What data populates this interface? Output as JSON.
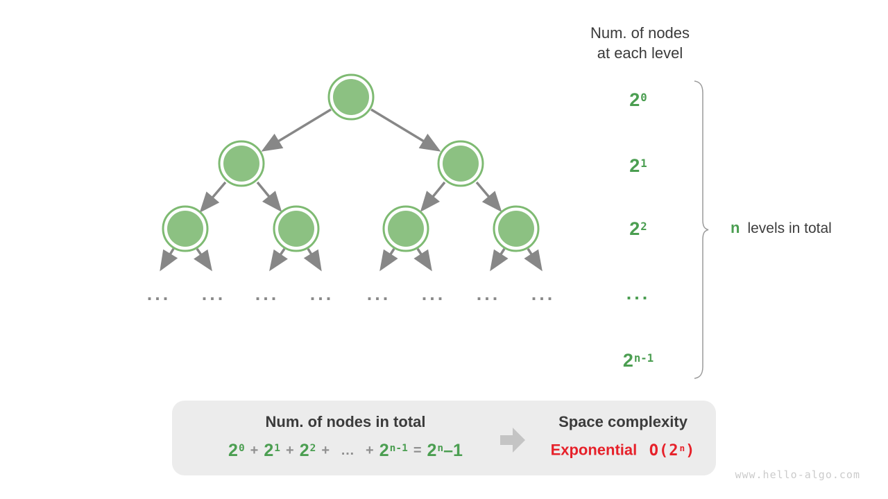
{
  "header": {
    "line1": "Num. of nodes",
    "line2": "at each level"
  },
  "levels": [
    {
      "base": "2",
      "sup": "0"
    },
    {
      "base": "2",
      "sup": "1"
    },
    {
      "base": "2",
      "sup": "2"
    },
    {
      "text": "..."
    },
    {
      "base": "2",
      "sup": "n-1"
    }
  ],
  "brace_label": {
    "n": "n",
    "rest": "levels in total"
  },
  "tree_ellipses": [
    "...",
    "...",
    "...",
    "...",
    "...",
    "...",
    "...",
    "..."
  ],
  "summary_box": {
    "left_title": "Num. of nodes in total",
    "formula": [
      {
        "base": "2",
        "sup": "0"
      },
      {
        "op": "+"
      },
      {
        "base": "2",
        "sup": "1"
      },
      {
        "op": "+"
      },
      {
        "base": "2",
        "sup": "2"
      },
      {
        "op": "+"
      },
      {
        "op": "…"
      },
      {
        "op": "+"
      },
      {
        "base": "2",
        "sup": "n-1"
      },
      {
        "op": "="
      },
      {
        "base": "2",
        "sup": "n",
        "tail": "–1"
      }
    ],
    "right_title": "Space complexity",
    "complexity_word": "Exponential",
    "complexity_big_o": {
      "base": "O(2",
      "sup": "n",
      "tail": ")"
    }
  },
  "watermark": "www.hello-algo.com",
  "colors": {
    "node_fill_green": "#8cc182",
    "node_border_green": "#7eba72",
    "text_green": "#4b9e51",
    "arrow_gray": "#878787",
    "operator_gray": "#909090",
    "dark_text": "#3b3b3b",
    "box_background": "#ececec",
    "big_arrow_gray": "#c4c4c4",
    "complexity_red": "#e6212a",
    "watermark_gray": "#cbcbcb"
  }
}
